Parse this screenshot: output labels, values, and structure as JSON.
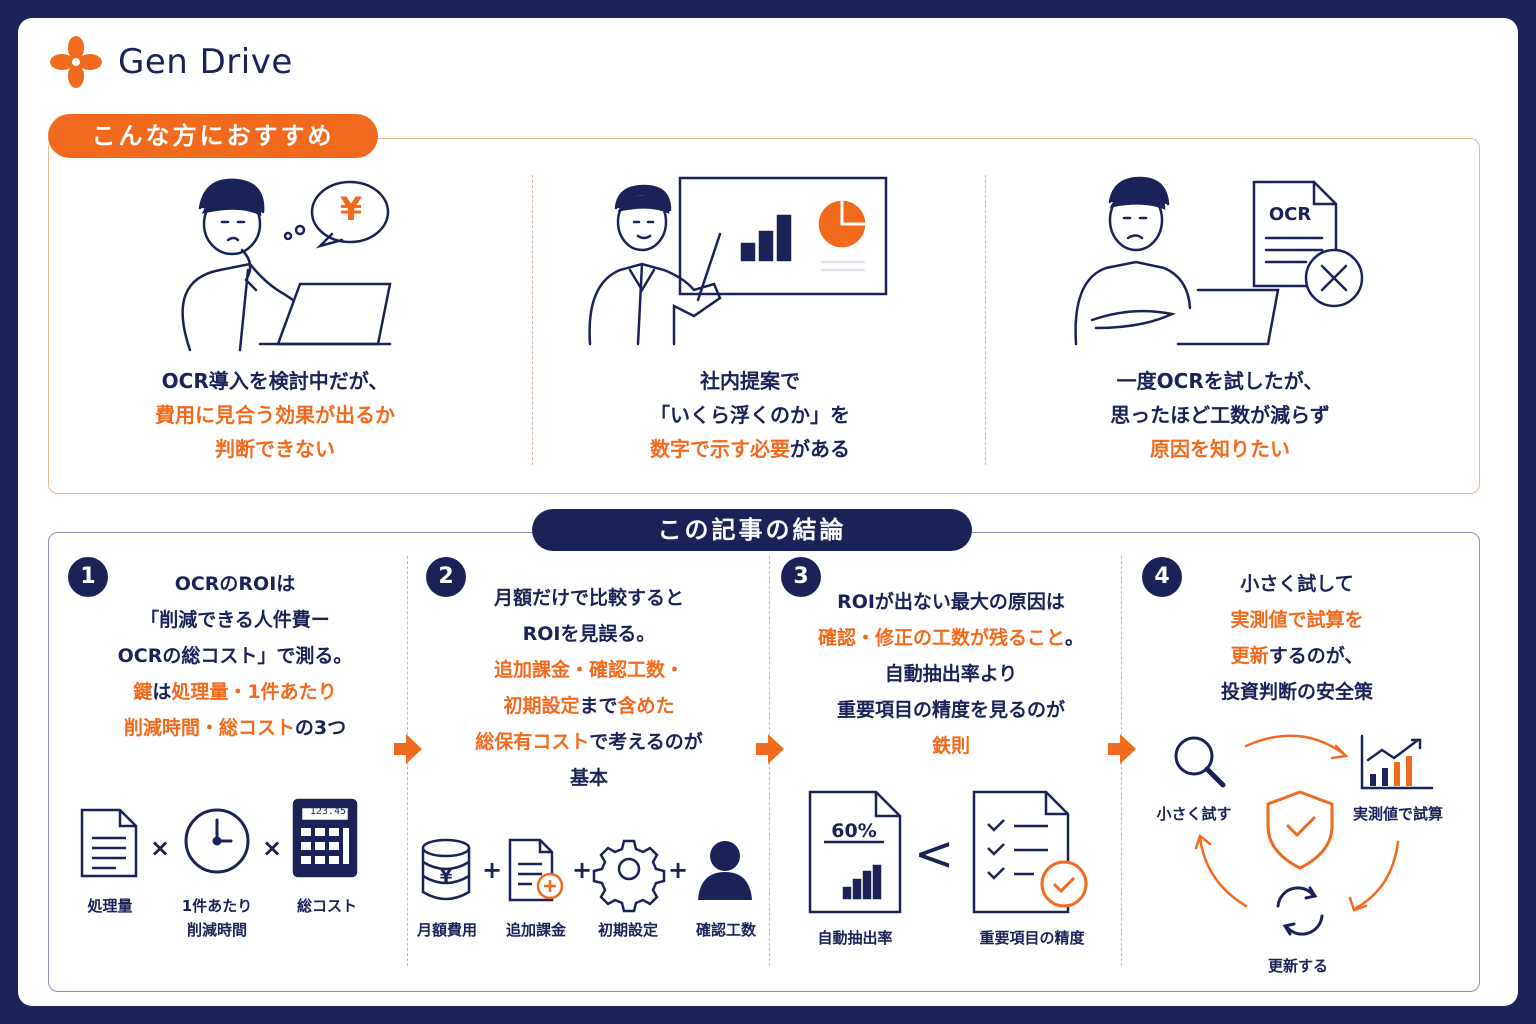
{
  "brand": {
    "name": "Gen Drive",
    "accent": "#f26a1d",
    "navy": "#1b2257"
  },
  "personas": {
    "title": "こんな方におすすめ",
    "items": [
      {
        "bubble": "¥",
        "l1": "OCR導入を検討中だが、",
        "l2": "費用に見合う効果が出るか",
        "l3": "判断できない"
      },
      {
        "l1": "社内提案で",
        "l2": "「いくら浮くのか」を",
        "l3a": "数字で示す必要",
        "l3b": "がある"
      },
      {
        "doc": "OCR",
        "l1": "一度OCRを試したが、",
        "l2": "思ったほど工数が減らず",
        "l3": "原因を知りたい"
      }
    ]
  },
  "conclusion": {
    "title": "この記事の結論",
    "steps": [
      {
        "num": "1",
        "l1": "OCRのROIは",
        "l2": "「削減できる人件費ー",
        "l3": "OCRの総コスト」で測る。",
        "l4a": "鍵",
        "l4b": "は",
        "l4c": "処理量・1件あたり",
        "l5a": "削減時間・総コスト",
        "l5b": "の3つ",
        "calc": "123.45",
        "ops": [
          "×",
          "×"
        ],
        "labels": [
          "処理量",
          "1件あたり",
          "削減時間",
          "総コスト"
        ]
      },
      {
        "num": "2",
        "l1": "月額だけで比較すると",
        "l2": "ROIを見誤る。",
        "l3": "追加課金・確認工数・",
        "l4a": "初期設定",
        "l4b": "まで",
        "l4c": "含めた",
        "l5a": "総保有コスト",
        "l5b": "で考えるのが",
        "l6": "基本",
        "yen": "¥",
        "ops": [
          "+",
          "+",
          "+"
        ],
        "labels": [
          "月額費用",
          "追加課金",
          "初期設定",
          "確認工数"
        ]
      },
      {
        "num": "3",
        "l1": "ROIが出ない最大の原因は",
        "l2a": "確認・修正の工数が残ること",
        "l2b": "。",
        "l3": "自動抽出率より",
        "l4": "重要項目の精度を見るのが",
        "l5": "鉄則",
        "pct": "60%",
        "cmp": "<",
        "labels": [
          "自動抽出率",
          "重要項目の精度"
        ]
      },
      {
        "num": "4",
        "l1": "小さく試して",
        "l2": "実測値で試算を",
        "l3a": "更新",
        "l3b": "するのが、",
        "l4": "投資判断の安全策",
        "labels": [
          "小さく試す",
          "実測値で試算",
          "更新する"
        ]
      }
    ]
  }
}
